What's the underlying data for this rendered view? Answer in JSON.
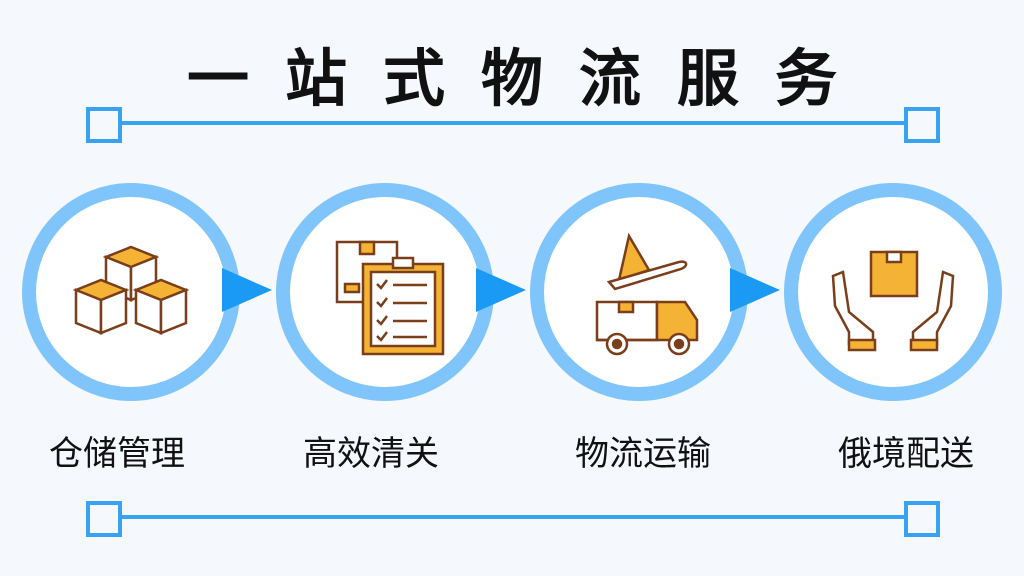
{
  "title": "一站式物流服务",
  "steps": [
    {
      "label": "仓储管理",
      "icon": "boxes-icon"
    },
    {
      "label": "高效清关",
      "icon": "clipboard-checklist-icon"
    },
    {
      "label": "物流运输",
      "icon": "plane-truck-icon"
    },
    {
      "label": "俄境配送",
      "icon": "hands-box-icon"
    }
  ],
  "colors": {
    "ring": "#7fc5fb",
    "arrow": "#1a9af5",
    "line": "#3aa2f2",
    "box": "#f5b335",
    "outline": "#7a3e1a"
  }
}
